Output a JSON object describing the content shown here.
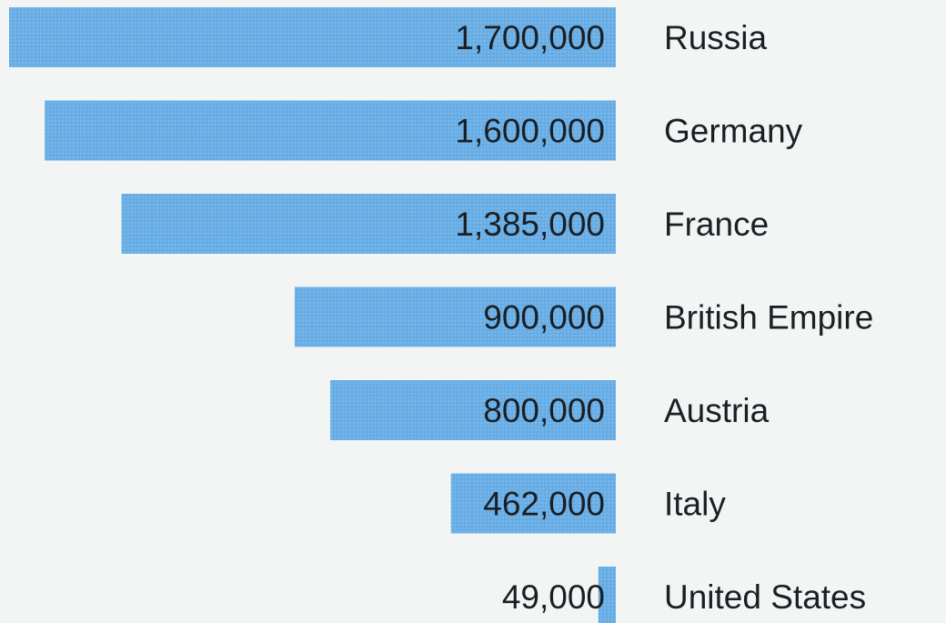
{
  "chart_data": {
    "type": "bar",
    "orientation": "horizontal",
    "categories": [
      "Russia",
      "Germany",
      "France",
      "British Empire",
      "Austria",
      "Italy",
      "United States"
    ],
    "values": [
      1700000,
      1600000,
      1385000,
      900000,
      800000,
      462000,
      49000
    ],
    "value_labels": [
      "1,700,000",
      "1,600,000",
      "1,385,000",
      "900,000",
      "800,000",
      "462,000",
      "49,000"
    ],
    "title": "",
    "xlabel": "",
    "ylabel": "",
    "xlim": [
      0,
      1700000
    ],
    "grid": false,
    "legend": "none",
    "bar_color": "#6aafe6"
  }
}
